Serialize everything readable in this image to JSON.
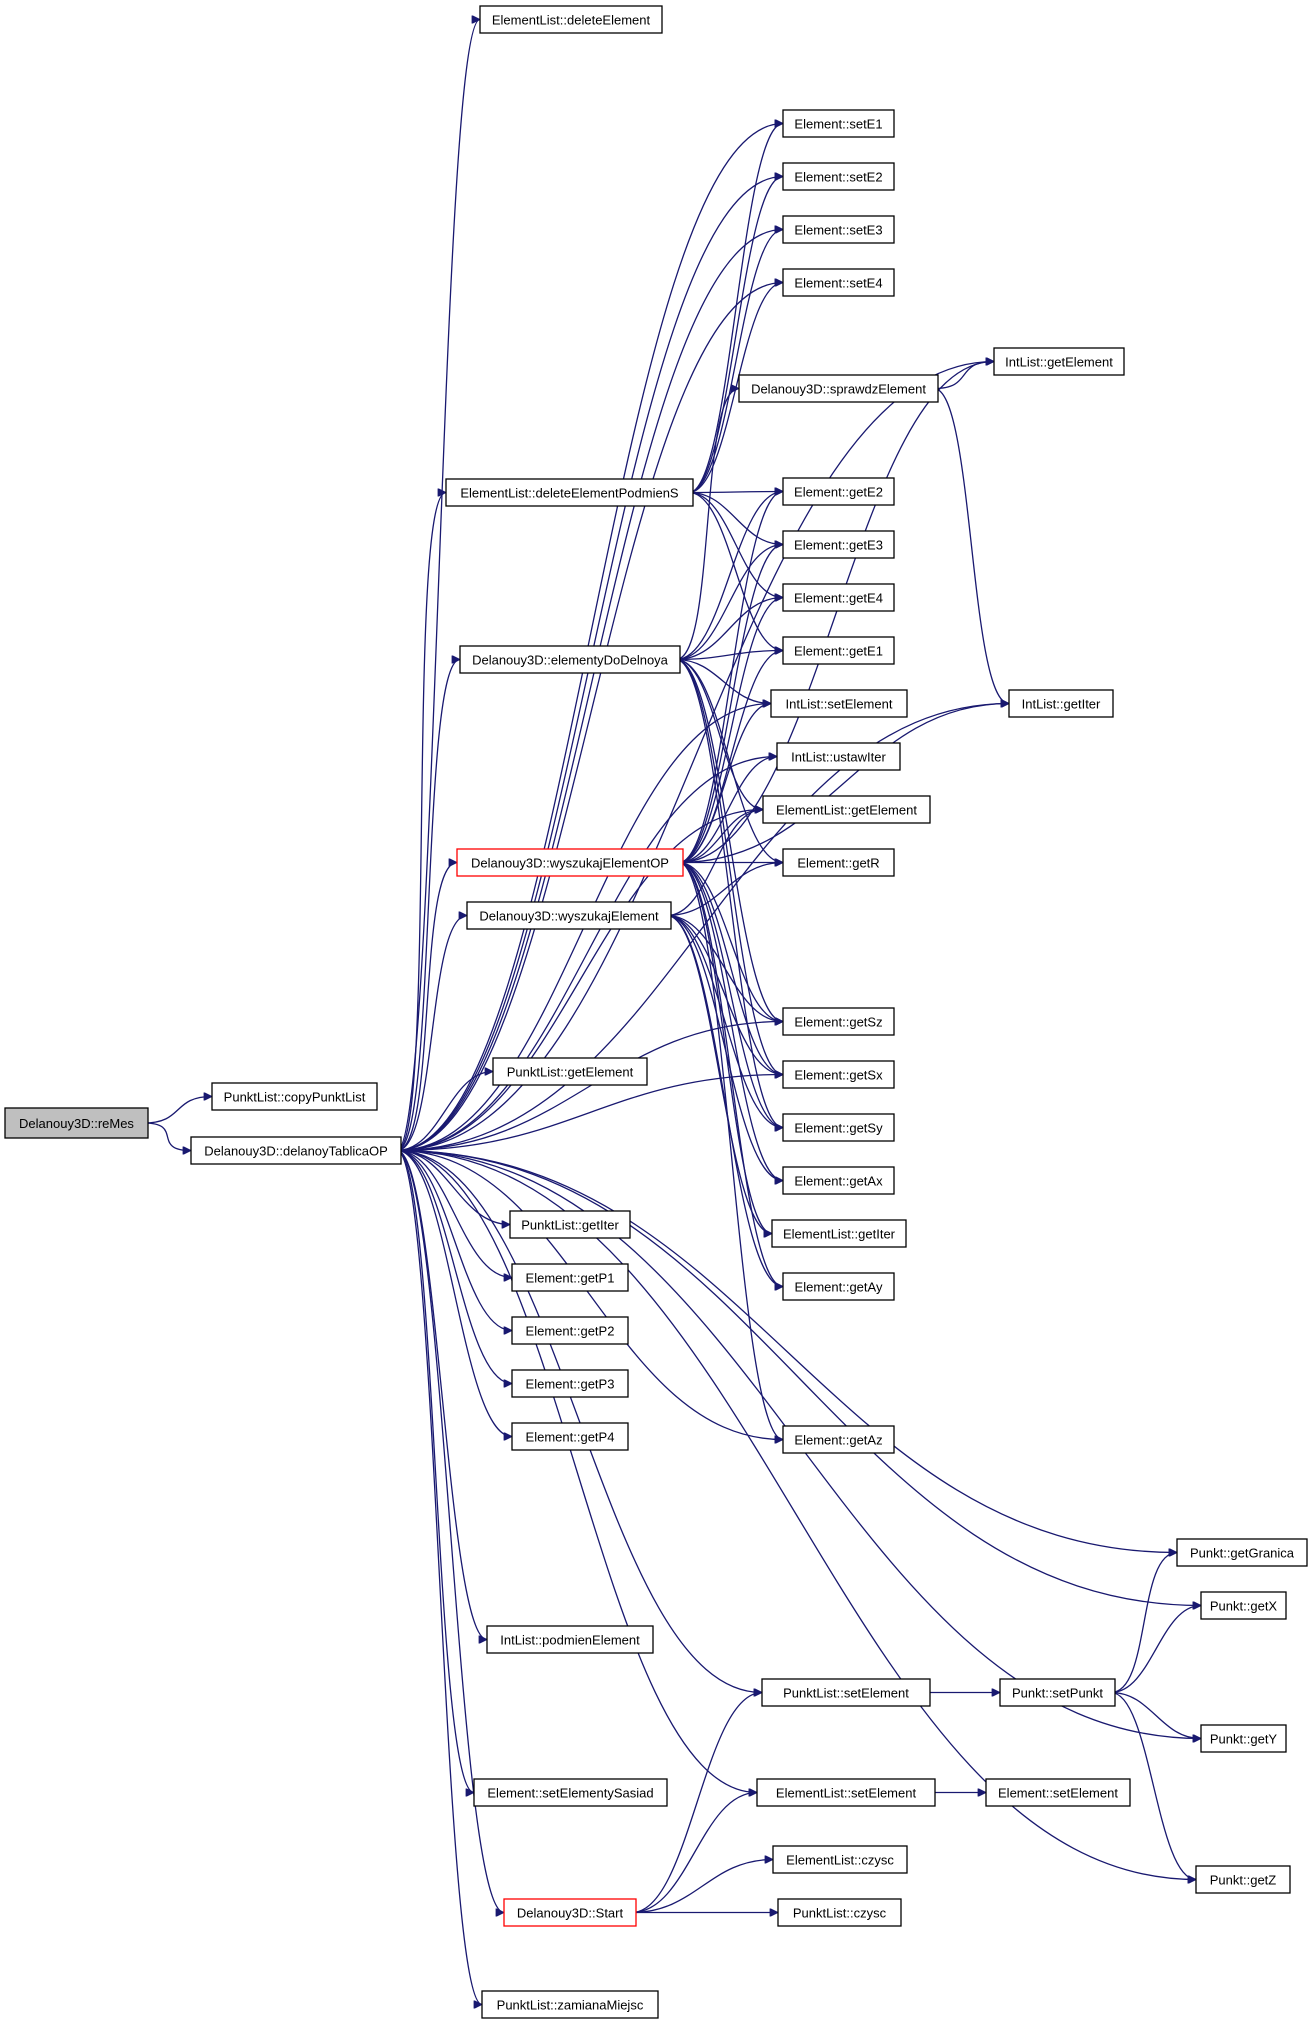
{
  "diagram": {
    "edge_color": "#191970",
    "root_fill": "#bfbfbf",
    "highlight_border": "#ff0000",
    "nodes": [
      {
        "id": "reMes",
        "label": "Delanouy3D::reMes",
        "style": "root"
      },
      {
        "id": "copyPunktList",
        "label": "PunktList::copyPunktList"
      },
      {
        "id": "delanoyTablicaOP",
        "label": "Delanouy3D::delanoyTablicaOP"
      },
      {
        "id": "deleteElement",
        "label": "ElementList::deleteElement"
      },
      {
        "id": "setE1",
        "label": "Element::setE1"
      },
      {
        "id": "setE2",
        "label": "Element::setE2"
      },
      {
        "id": "setE3",
        "label": "Element::setE3"
      },
      {
        "id": "setE4",
        "label": "Element::setE4"
      },
      {
        "id": "intGetElement",
        "label": "IntList::getElement"
      },
      {
        "id": "sprawdzElement",
        "label": "Delanouy3D::sprawdzElement"
      },
      {
        "id": "deleteElementPodmienS",
        "label": "ElementList::deleteElementPodmienS"
      },
      {
        "id": "getE2",
        "label": "Element::getE2"
      },
      {
        "id": "getE3",
        "label": "Element::getE3"
      },
      {
        "id": "getE4",
        "label": "Element::getE4"
      },
      {
        "id": "getE1",
        "label": "Element::getE1"
      },
      {
        "id": "elementyDoDelnoya",
        "label": "Delanouy3D::elementyDoDelnoya"
      },
      {
        "id": "intGetIter",
        "label": "IntList::getIter"
      },
      {
        "id": "intSetElement",
        "label": "IntList::setElement"
      },
      {
        "id": "ustawIter",
        "label": "IntList::ustawIter"
      },
      {
        "id": "elGetElement",
        "label": "ElementList::getElement"
      },
      {
        "id": "wyszukajElementOP",
        "label": "Delanouy3D::wyszukajElementOP",
        "style": "highlight"
      },
      {
        "id": "getR",
        "label": "Element::getR"
      },
      {
        "id": "wyszukajElement",
        "label": "Delanouy3D::wyszukajElement"
      },
      {
        "id": "getSz",
        "label": "Element::getSz"
      },
      {
        "id": "getSx",
        "label": "Element::getSx"
      },
      {
        "id": "pGetElement",
        "label": "PunktList::getElement"
      },
      {
        "id": "getSy",
        "label": "Element::getSy"
      },
      {
        "id": "getAx",
        "label": "Element::getAx"
      },
      {
        "id": "pGetIter",
        "label": "PunktList::getIter"
      },
      {
        "id": "elGetIter",
        "label": "ElementList::getIter"
      },
      {
        "id": "getP1",
        "label": "Element::getP1"
      },
      {
        "id": "getAy",
        "label": "Element::getAy"
      },
      {
        "id": "getP2",
        "label": "Element::getP2"
      },
      {
        "id": "getP3",
        "label": "Element::getP3"
      },
      {
        "id": "getP4",
        "label": "Element::getP4"
      },
      {
        "id": "getAz",
        "label": "Element::getAz"
      },
      {
        "id": "getGranica",
        "label": "Punkt::getGranica"
      },
      {
        "id": "getX",
        "label": "Punkt::getX"
      },
      {
        "id": "podmienElement",
        "label": "IntList::podmienElement"
      },
      {
        "id": "pSetElement",
        "label": "PunktList::setElement"
      },
      {
        "id": "setPunkt",
        "label": "Punkt::setPunkt"
      },
      {
        "id": "getY",
        "label": "Punkt::getY"
      },
      {
        "id": "setElementySasiad",
        "label": "Element::setElementySasiad"
      },
      {
        "id": "elSetElement",
        "label": "ElementList::setElement"
      },
      {
        "id": "eSetElement",
        "label": "Element::setElement"
      },
      {
        "id": "elCzysc",
        "label": "ElementList::czysc"
      },
      {
        "id": "start",
        "label": "Delanouy3D::Start",
        "style": "highlight"
      },
      {
        "id": "getZ",
        "label": "Punkt::getZ"
      },
      {
        "id": "pCzysc",
        "label": "PunktList::czysc"
      },
      {
        "id": "zamianaMiejsc",
        "label": "PunktList::zamianaMiejsc"
      }
    ],
    "edges": [
      [
        "reMes",
        "copyPunktList"
      ],
      [
        "reMes",
        "delanoyTablicaOP"
      ],
      [
        "delanoyTablicaOP",
        "deleteElement"
      ],
      [
        "delanoyTablicaOP",
        "setE1"
      ],
      [
        "delanoyTablicaOP",
        "setE2"
      ],
      [
        "delanoyTablicaOP",
        "setE3"
      ],
      [
        "delanoyTablicaOP",
        "setE4"
      ],
      [
        "delanoyTablicaOP",
        "intGetElement"
      ],
      [
        "delanoyTablicaOP",
        "deleteElementPodmienS"
      ],
      [
        "delanoyTablicaOP",
        "elementyDoDelnoya"
      ],
      [
        "delanoyTablicaOP",
        "intSetElement"
      ],
      [
        "delanoyTablicaOP",
        "ustawIter"
      ],
      [
        "delanoyTablicaOP",
        "elGetElement"
      ],
      [
        "delanoyTablicaOP",
        "wyszukajElementOP"
      ],
      [
        "delanoyTablicaOP",
        "wyszukajElement"
      ],
      [
        "delanoyTablicaOP",
        "getSz"
      ],
      [
        "delanoyTablicaOP",
        "getSx"
      ],
      [
        "delanoyTablicaOP",
        "pGetElement"
      ],
      [
        "delanoyTablicaOP",
        "intGetIter"
      ],
      [
        "delanoyTablicaOP",
        "pGetIter"
      ],
      [
        "delanoyTablicaOP",
        "getP1"
      ],
      [
        "delanoyTablicaOP",
        "getP2"
      ],
      [
        "delanoyTablicaOP",
        "getP3"
      ],
      [
        "delanoyTablicaOP",
        "getP4"
      ],
      [
        "delanoyTablicaOP",
        "getAz"
      ],
      [
        "delanoyTablicaOP",
        "getGranica"
      ],
      [
        "delanoyTablicaOP",
        "getX"
      ],
      [
        "delanoyTablicaOP",
        "podmienElement"
      ],
      [
        "delanoyTablicaOP",
        "pSetElement"
      ],
      [
        "delanoyTablicaOP",
        "getY"
      ],
      [
        "delanoyTablicaOP",
        "setElementySasiad"
      ],
      [
        "delanoyTablicaOP",
        "elSetElement"
      ],
      [
        "delanoyTablicaOP",
        "start"
      ],
      [
        "delanoyTablicaOP",
        "getZ"
      ],
      [
        "delanoyTablicaOP",
        "zamianaMiejsc"
      ],
      [
        "deleteElementPodmienS",
        "setE1"
      ],
      [
        "deleteElementPodmienS",
        "setE2"
      ],
      [
        "deleteElementPodmienS",
        "setE3"
      ],
      [
        "deleteElementPodmienS",
        "setE4"
      ],
      [
        "deleteElementPodmienS",
        "getE2"
      ],
      [
        "deleteElementPodmienS",
        "getE3"
      ],
      [
        "deleteElementPodmienS",
        "getE4"
      ],
      [
        "deleteElementPodmienS",
        "getE1"
      ],
      [
        "sprawdzElement",
        "intGetElement"
      ],
      [
        "sprawdzElement",
        "intGetIter"
      ],
      [
        "elementyDoDelnoya",
        "sprawdzElement"
      ],
      [
        "elementyDoDelnoya",
        "getE2"
      ],
      [
        "elementyDoDelnoya",
        "getE3"
      ],
      [
        "elementyDoDelnoya",
        "getE4"
      ],
      [
        "elementyDoDelnoya",
        "getE1"
      ],
      [
        "elementyDoDelnoya",
        "intSetElement"
      ],
      [
        "elementyDoDelnoya",
        "elGetElement"
      ],
      [
        "elementyDoDelnoya",
        "getR"
      ],
      [
        "elementyDoDelnoya",
        "getSz"
      ],
      [
        "elementyDoDelnoya",
        "getSx"
      ],
      [
        "elementyDoDelnoya",
        "getSy"
      ],
      [
        "wyszukajElementOP",
        "getE2"
      ],
      [
        "wyszukajElementOP",
        "getE3"
      ],
      [
        "wyszukajElementOP",
        "getE4"
      ],
      [
        "wyszukajElementOP",
        "getE1"
      ],
      [
        "wyszukajElementOP",
        "intSetElement"
      ],
      [
        "wyszukajElementOP",
        "ustawIter"
      ],
      [
        "wyszukajElementOP",
        "elGetElement"
      ],
      [
        "wyszukajElementOP",
        "getR"
      ],
      [
        "wyszukajElementOP",
        "intGetElement"
      ],
      [
        "wyszukajElementOP",
        "intGetIter"
      ],
      [
        "wyszukajElementOP",
        "getSz"
      ],
      [
        "wyszukajElementOP",
        "getSx"
      ],
      [
        "wyszukajElementOP",
        "getSy"
      ],
      [
        "wyszukajElementOP",
        "getAx"
      ],
      [
        "wyszukajElementOP",
        "elGetIter"
      ],
      [
        "wyszukajElementOP",
        "getAy"
      ],
      [
        "wyszukajElementOP",
        "getAz"
      ],
      [
        "wyszukajElement",
        "elGetElement"
      ],
      [
        "wyszukajElement",
        "getR"
      ],
      [
        "wyszukajElement",
        "getSz"
      ],
      [
        "wyszukajElement",
        "getSx"
      ],
      [
        "wyszukajElement",
        "getSy"
      ],
      [
        "wyszukajElement",
        "getAx"
      ],
      [
        "wyszukajElement",
        "elGetIter"
      ],
      [
        "wyszukajElement",
        "getAy"
      ],
      [
        "pSetElement",
        "setPunkt"
      ],
      [
        "setPunkt",
        "getGranica"
      ],
      [
        "setPunkt",
        "getX"
      ],
      [
        "setPunkt",
        "getY"
      ],
      [
        "setPunkt",
        "getZ"
      ],
      [
        "elSetElement",
        "eSetElement"
      ],
      [
        "start",
        "pSetElement"
      ],
      [
        "start",
        "elSetElement"
      ],
      [
        "start",
        "elCzysc"
      ],
      [
        "start",
        "pCzysc"
      ]
    ]
  }
}
